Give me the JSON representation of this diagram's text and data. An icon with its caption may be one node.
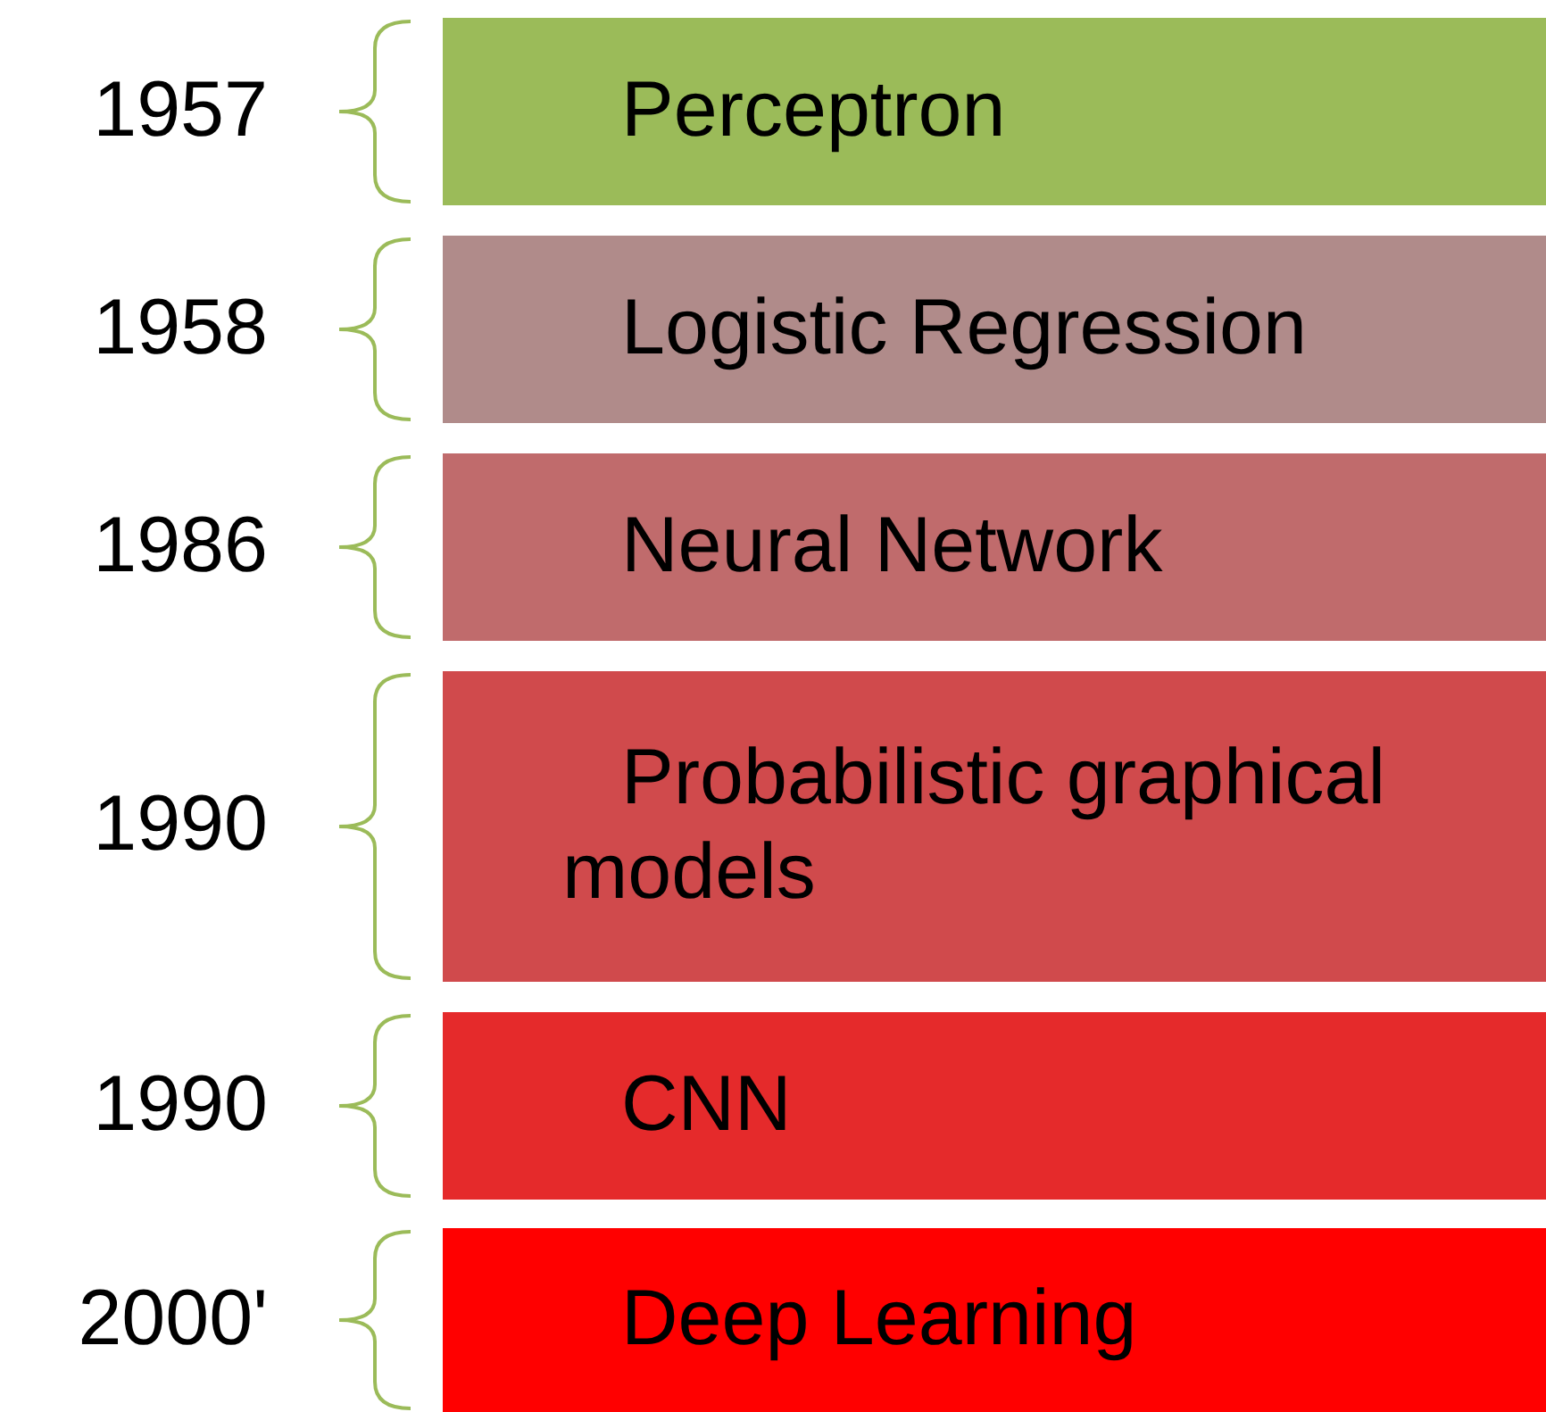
{
  "diagram": {
    "nodes": [
      {
        "text": [
          "Perceptron"
        ],
        "beside": [
          "1957"
        ]
      },
      {
        "text": [
          "Logistic Regression"
        ],
        "beside": [
          "1958"
        ]
      },
      {
        "text": [
          "Neural Network"
        ],
        "beside": [
          "1986"
        ]
      },
      {
        "text": [
          "Probabilistic graphical models"
        ],
        "beside": [
          "1990"
        ]
      },
      {
        "text": [
          "CNN"
        ],
        "beside": [
          "1990"
        ]
      },
      {
        "text": [
          "Deep Learning"
        ],
        "beside": [
          "2000'"
        ]
      }
    ]
  }
}
